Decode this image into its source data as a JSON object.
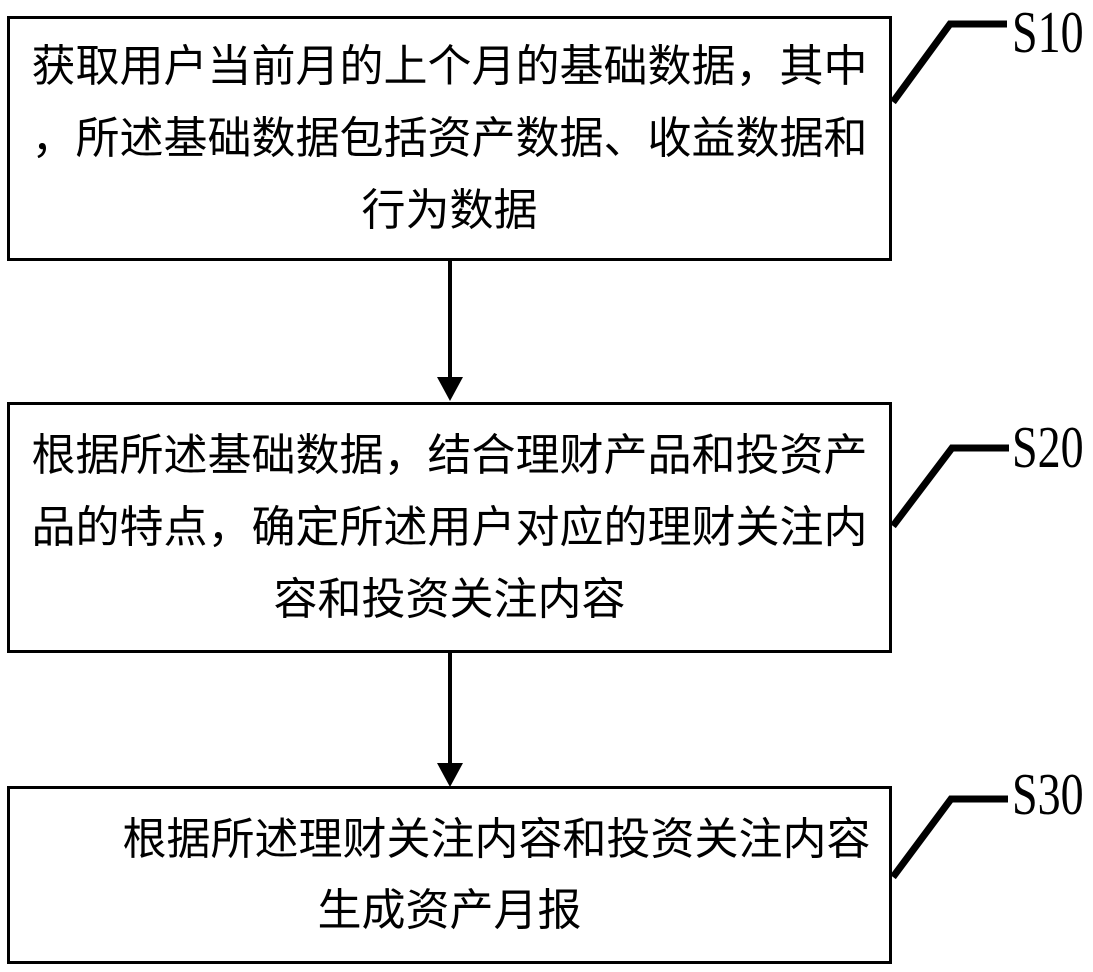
{
  "figure": {
    "type": "flowchart",
    "colors": {
      "ink": "#000000",
      "background": "#ffffff"
    },
    "steps": [
      {
        "label": "S10",
        "lines": [
          "获取用户当前月的上个月的基础数据，其中",
          "，所述基础数据包括资产数据、收益数据和",
          "行为数据"
        ]
      },
      {
        "label": "S20",
        "lines": [
          "根据所述基础数据，结合理财产品和投资产",
          "品的特点，确定所述用户对应的理财关注内",
          "容和投资关注内容"
        ]
      },
      {
        "label": "S30",
        "lines": [
          "根据所述理财关注内容和投资关注内容",
          "生成资产月报"
        ]
      }
    ]
  }
}
